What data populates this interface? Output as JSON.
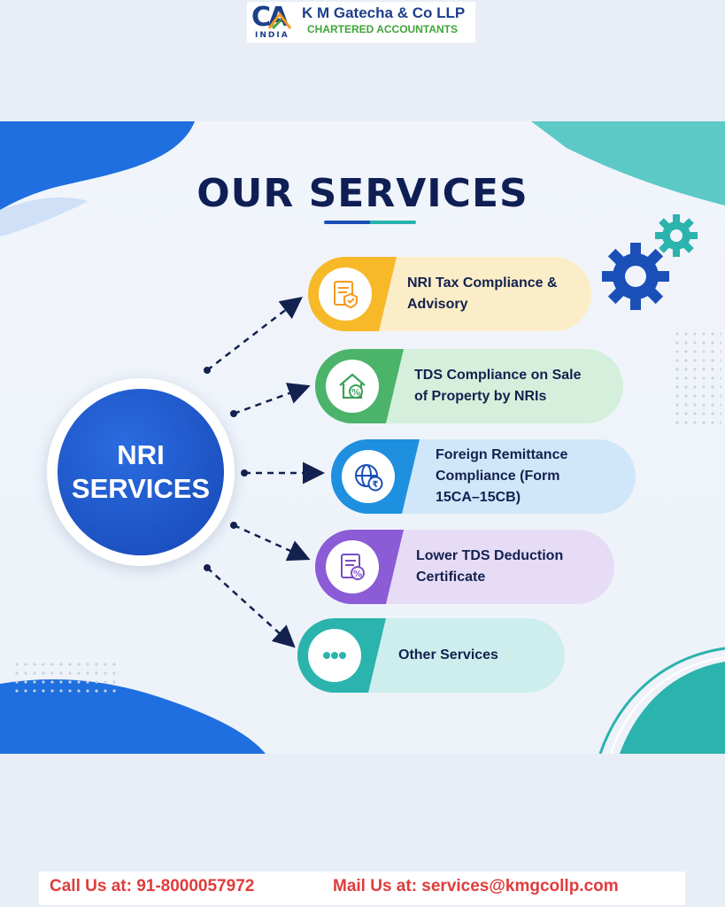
{
  "header": {
    "logo_mark": "CA",
    "logo_country": "INDIA",
    "firm_name": "K M Gatecha & Co LLP",
    "firm_subtitle": "CHARTERED ACCOUNTANTS"
  },
  "banner": {
    "title": "OUR SERVICES",
    "hub": {
      "line1": "NRI",
      "line2": "SERVICES"
    },
    "services": [
      {
        "line1": "NRI Tax Compliance &",
        "line2": "Advisory",
        "icon": "shield-document-icon",
        "tab_color": "#f7b928",
        "bg_color": "#fbedc7"
      },
      {
        "line1": "TDS Compliance on Sale",
        "line2": "of Property by NRIs",
        "icon": "house-percent-icon",
        "tab_color": "#4cb36a",
        "bg_color": "#d4f0dc"
      },
      {
        "line1": "Foreign Remittance",
        "line2": "Compliance (Form",
        "line3": "15CA–15CB)",
        "icon": "globe-rupee-icon",
        "tab_color": "#1f8fe0",
        "bg_color": "#cfe7f8"
      },
      {
        "line1": "Lower TDS Deduction",
        "line2": "Certificate",
        "icon": "document-percent-icon",
        "tab_color": "#8b5cd6",
        "bg_color": "#e6dcf6"
      },
      {
        "line1": "Other Services",
        "icon": "ellipsis-icon",
        "tab_color": "#2bb3ad",
        "bg_color": "#cdeeed"
      }
    ]
  },
  "footer": {
    "call": "Call Us at: 91-8000057972",
    "mail": "Mail Us at: services@kmgcollp.com"
  },
  "colors": {
    "navy": "#0f1f55",
    "blue": "#1b4fb8",
    "teal": "#26b3b0",
    "red": "#e03c3c"
  }
}
